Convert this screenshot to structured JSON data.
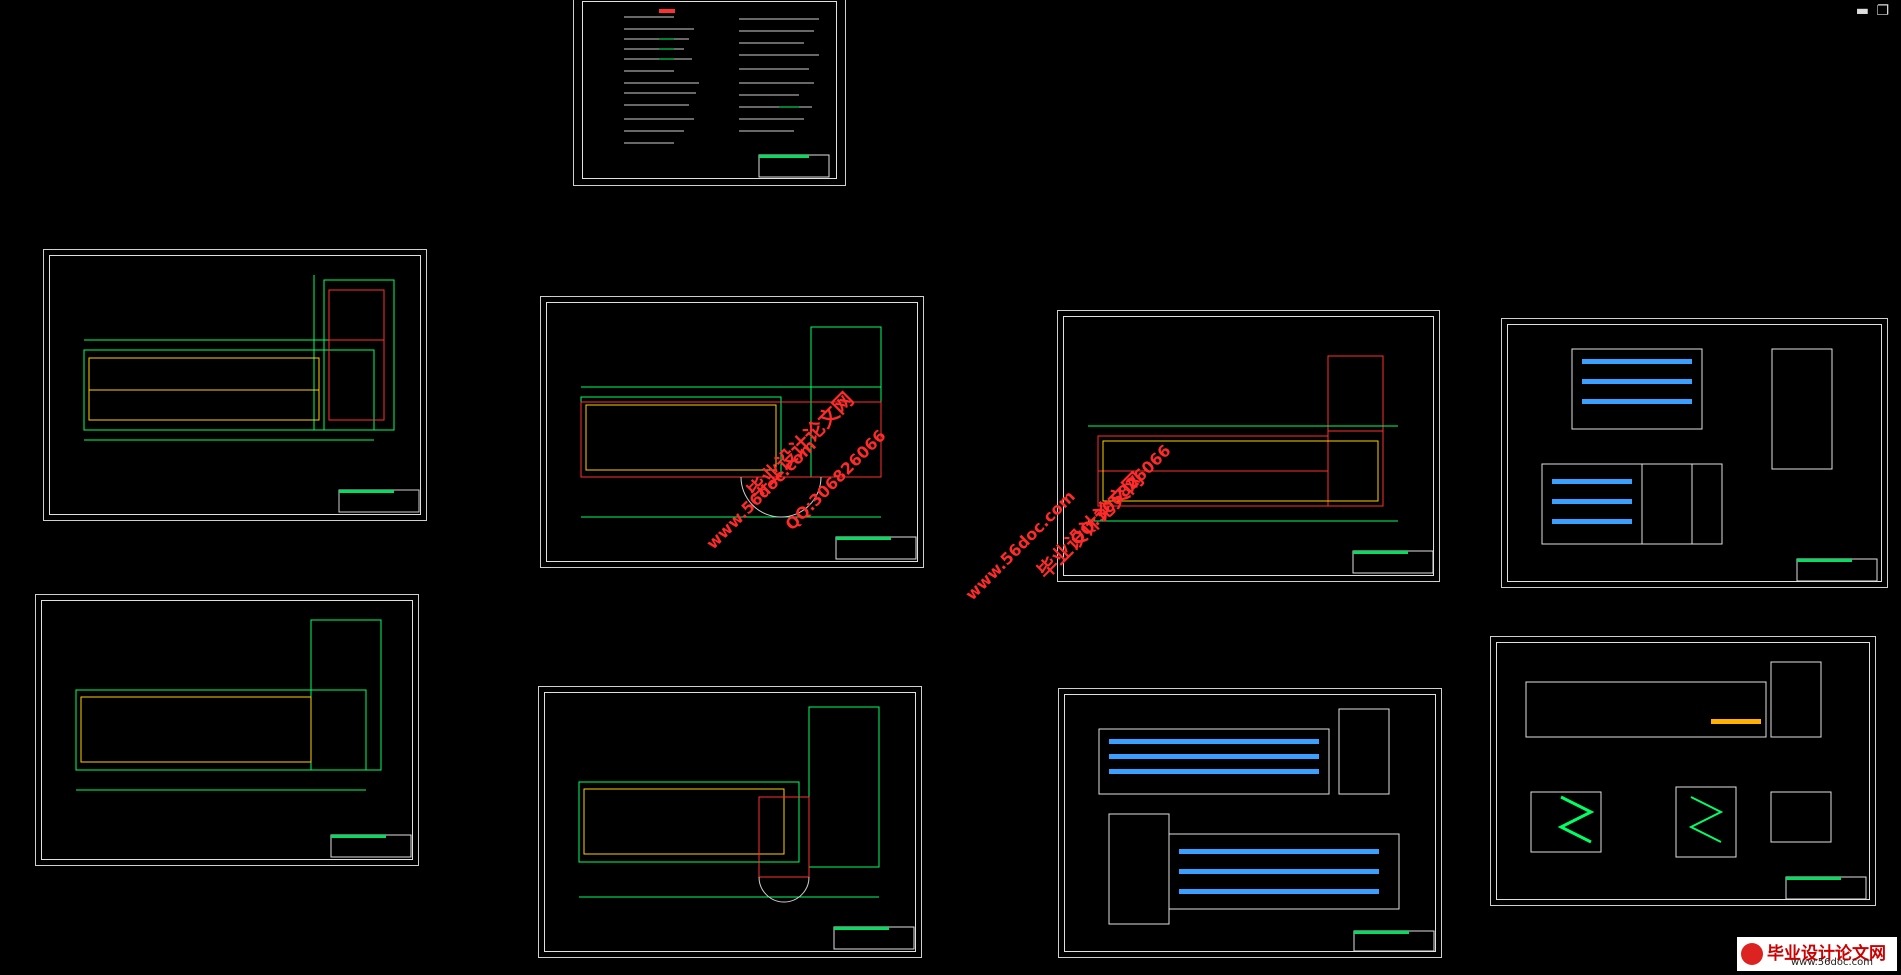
{
  "window": {
    "minimize_glyph": "▬",
    "restore_glyph": "❐"
  },
  "watermarks": {
    "site_text": "www.56doc.com",
    "qq_text": "QQ:306826066",
    "cn_text": "毕业设计论文网",
    "color": "#ff2a2a"
  },
  "logo": {
    "title": "毕业设计论文网",
    "url": "www.56doc.com"
  },
  "colors": {
    "drawing_line": "#00ff66",
    "wall": "#ffd000",
    "frame": "#d0d0d0",
    "grid_red": "#ff3030",
    "window_blue": "#3aa0ff"
  }
}
